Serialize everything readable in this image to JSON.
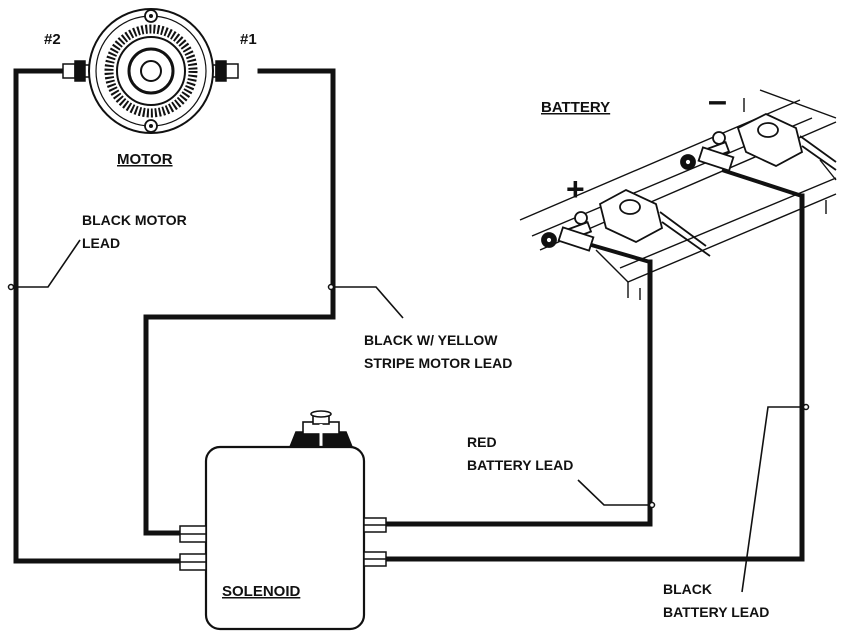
{
  "labels": {
    "terminal_2": "#2",
    "terminal_1": "#1",
    "motor": "MOTOR",
    "battery": "BATTERY",
    "battery_pos": "+",
    "battery_neg": "–",
    "black_motor_lead_1": "BLACK MOTOR",
    "black_motor_lead_2": "LEAD",
    "black_yellow_lead_1": "BLACK W/ YELLOW",
    "black_yellow_lead_2": "STRIPE MOTOR LEAD",
    "red_battery_lead_1": "RED",
    "red_battery_lead_2": "BATTERY LEAD",
    "black_battery_lead_1": "BLACK",
    "black_battery_lead_2": "BATTERY LEAD",
    "solenoid": "SOLENOID"
  },
  "colors": {
    "ink": "#111111",
    "paper": "#ffffff"
  }
}
